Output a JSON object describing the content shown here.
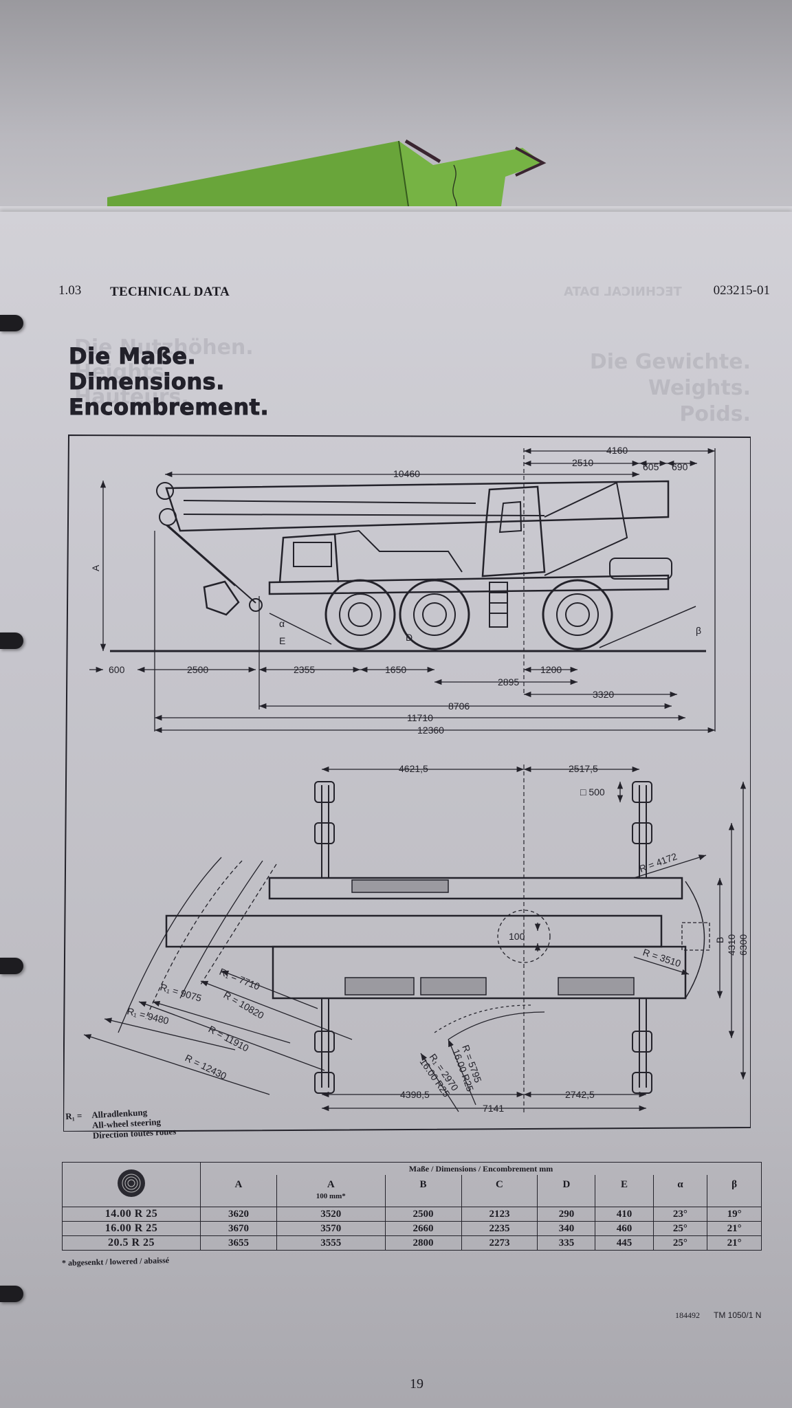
{
  "header": {
    "section": "1.03",
    "title": "TECHNICAL DATA",
    "doc_code": "023215-01"
  },
  "headline": [
    "Die Maße.",
    "Dimensions.",
    "Encombrement."
  ],
  "bleed_through_text": {
    "left": [
      "Die Nutzhöhen.",
      "Heights.",
      "Hauteurs."
    ],
    "right": [
      "Die Gewichte.",
      "Weights.",
      "Poids."
    ],
    "header": "TECHNICAL DATA"
  },
  "side_view": {
    "dimensions": {
      "top_total": "4160",
      "top_2510": "2510",
      "top_605": "605",
      "top_690": "690",
      "boom_length": "10460",
      "front_overhang": "600",
      "cab_length": "2500",
      "axle_1_2": "2355",
      "axle_2_3": "1650",
      "axle3_to_center": "2895",
      "center_to_rear_axle": "1200",
      "center_to_rear": "3320",
      "chassis_length": "8706",
      "overall_11710": "11710",
      "overall_12360": "12360"
    },
    "labels": {
      "height": "A",
      "ground_clearance_front": "E",
      "ground_clearance_mid": "D",
      "approach_angle": "α",
      "departure_angle": "β"
    }
  },
  "top_view": {
    "dimensions": {
      "front_to_center": "4621,5",
      "center_to_rear": "2517,5",
      "pad_size": "□ 500",
      "outrigger_front_to_center": "4398,5",
      "outrigger_center_to_rear": "2742,5",
      "outrigger_base": "7141",
      "width_B": "B",
      "width_4310": "4310",
      "width_6300": "6300",
      "slew_clearance": "100"
    },
    "radii": {
      "r_4172": "R = 4172",
      "r_3510": "R = 3510",
      "r1_7710": "R₁ = 7710",
      "r_10820": "R = 10820",
      "r1_9075": "R₁ = 9075",
      "r_11910": "R = 11910",
      "r1_9480": "R₁ = 9480",
      "r_12430": "R = 12430",
      "r_5795": "R = 5795",
      "r_5795_tyre": "16.00 R25",
      "r1_2970": "R₁ = 2970",
      "r1_2970_tyre": "16.00 R25"
    },
    "legend": {
      "symbol": "R₁ =",
      "lines": [
        "Allradlenkung",
        "All-wheel steering",
        "Direction toutes roues"
      ]
    }
  },
  "table": {
    "title": "Maße / Dimensions / Encombrement mm",
    "tyre_icon": "tyre-icon",
    "columns": [
      {
        "label": "A",
        "sub": ""
      },
      {
        "label": "A",
        "sub": "100 mm*"
      },
      {
        "label": "B",
        "sub": ""
      },
      {
        "label": "C",
        "sub": ""
      },
      {
        "label": "D",
        "sub": ""
      },
      {
        "label": "E",
        "sub": ""
      },
      {
        "label": "α",
        "sub": ""
      },
      {
        "label": "β",
        "sub": ""
      }
    ],
    "rows": [
      {
        "tyre": "14.00 R 25",
        "values": [
          "3620",
          "3520",
          "2500",
          "2123",
          "290",
          "410",
          "23°",
          "19°"
        ]
      },
      {
        "tyre": "16.00 R 25",
        "values": [
          "3670",
          "3570",
          "2660",
          "2235",
          "340",
          "460",
          "25°",
          "21°"
        ]
      },
      {
        "tyre": "20.5 R 25",
        "values": [
          "3655",
          "3555",
          "2800",
          "2273",
          "335",
          "445",
          "25°",
          "21°"
        ]
      }
    ],
    "footnote": "* abgesenkt / lowered / abaissé"
  },
  "footer": {
    "ref_number": "184492",
    "tm_code": "TM 1050/1 N",
    "page_number": "19"
  },
  "colors": {
    "ink": "#23222a",
    "paper": "#cbcad0",
    "sticky_note": "#6aa83a"
  }
}
